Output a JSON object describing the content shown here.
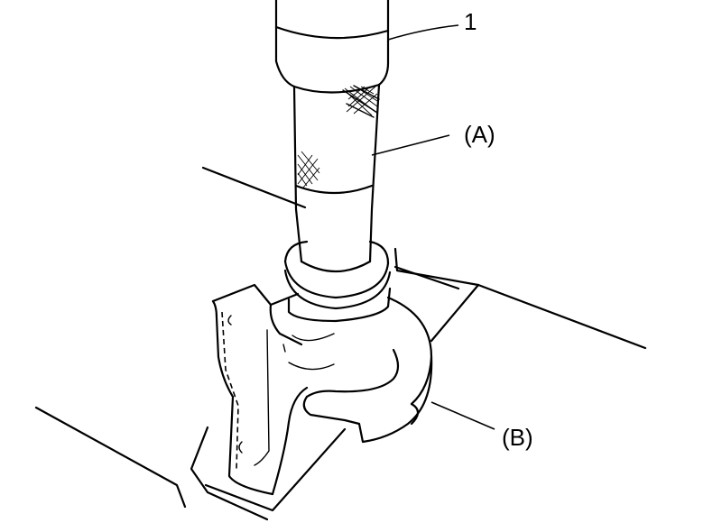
{
  "labels": {
    "part_1": "1",
    "part_a": "(A)",
    "part_b": "(B)"
  }
}
